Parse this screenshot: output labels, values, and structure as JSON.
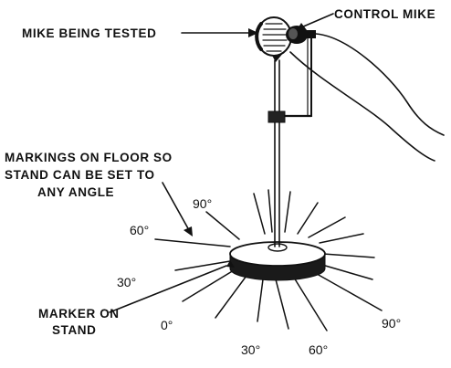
{
  "labels": {
    "mike_being_tested": "MIKE BEING TESTED",
    "control_mike": "CONTROL MIKE",
    "floor_markings": [
      "MARKINGS ON FLOOR SO",
      "STAND CAN BE SET TO",
      "ANY ANGLE"
    ],
    "marker_on_stand": [
      "MARKER ON",
      "STAND"
    ]
  },
  "angles": {
    "a90_top": "90°",
    "a60_left": "60°",
    "a30_left": "30°",
    "a0": "0°",
    "a30_bottom": "30°",
    "a60_bottom": "60°",
    "a90_right": "90°"
  }
}
